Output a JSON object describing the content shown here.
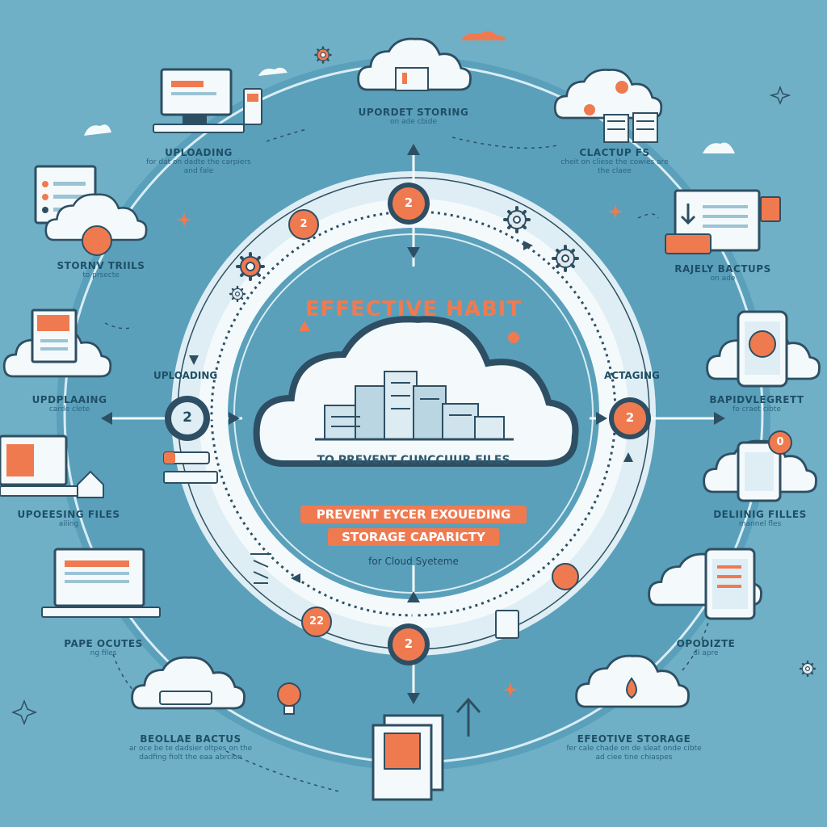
{
  "center": {
    "title": "EFFECTIVE HABIT",
    "subtitle": "TO PREVENT CUNCCUUR FILES",
    "ribbon_line1": "PREVENT EYCER EXOUEDING",
    "ribbon_line2": "STORAGE CAPARICTY",
    "tagline": "for Cloud Syeteme"
  },
  "ring_labels": {
    "left": "UPLOADING",
    "right": "ACTAGING"
  },
  "badges": {
    "top": "2",
    "left": "2",
    "right": "2",
    "bottom": "2",
    "top_left_small": "2",
    "bottom_left_small": "22",
    "bottom_right_small": "0"
  },
  "outer_items": [
    {
      "key": "top",
      "title": "UPORDET STORING",
      "sub": "on ade cbide"
    },
    {
      "key": "top_left",
      "title": "UPLOADING",
      "sub": "for dat on dadte the carpiers and fale"
    },
    {
      "key": "top_right",
      "title": "CLACTUP FS",
      "sub": "cheit on cliese the cowies are the claee"
    },
    {
      "key": "left_upper",
      "title": "STORNV TRIILS",
      "sub": "to prsecte"
    },
    {
      "key": "right_upper",
      "title": "RAJELY BACTUPS",
      "sub": "on ade"
    },
    {
      "key": "left_mid",
      "title": "UPDPLAAING",
      "sub": "carde clete"
    },
    {
      "key": "right_mid",
      "title": "BAPIDVLEGRETT",
      "sub": "fo craet cibte"
    },
    {
      "key": "left_lower",
      "title": "UPOEESING FILES",
      "sub": "ailing"
    },
    {
      "key": "right_lower",
      "title": "DELIINIG FILLES",
      "sub": "mannel fles"
    },
    {
      "key": "bottom_left_up",
      "title": "PAPE OCUTES",
      "sub": "ng files"
    },
    {
      "key": "bottom_right_up",
      "title": "OPODIZTE",
      "sub": "ol apre"
    },
    {
      "key": "bottom_left",
      "title": "BEOLLAE BACTUS",
      "sub": "ar oce be te dadsier oltpes on the dadfing fiolt the eaa abrcion"
    },
    {
      "key": "bottom_right",
      "title": "EFEOTIVE STORAGE",
      "sub": "fer cale chade on de sleat onde cibte ad ciee tine chiaspes"
    }
  ],
  "colors": {
    "background": "#6fb0c6",
    "outer_ring": "#4f97b2",
    "ring_light": "#e4f2f7",
    "accent": "#f07a50",
    "dark": "#2e4f63"
  },
  "icons": [
    "cloud-icon",
    "server-icon",
    "gear-icon",
    "monitor-icon",
    "laptop-icon",
    "tablet-icon",
    "phone-icon",
    "document-icon",
    "lightbulb-icon",
    "arrow-icon",
    "sparkle-icon"
  ]
}
